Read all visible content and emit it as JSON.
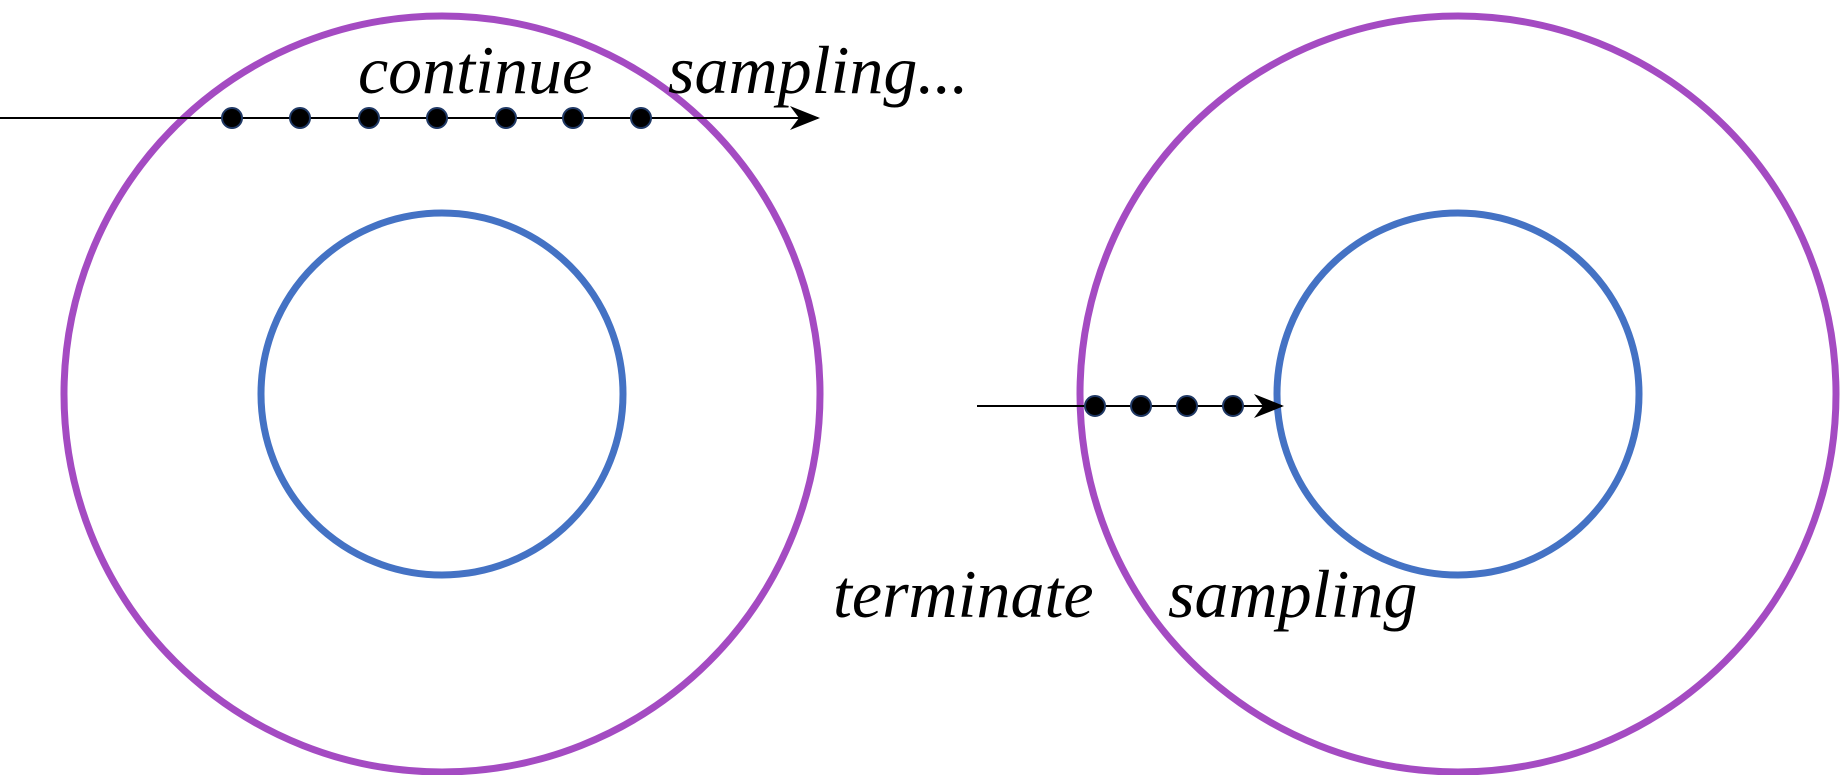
{
  "labels": {
    "continue_word": "continue",
    "continue_sampling_word": "sampling...",
    "terminate_word": "terminate",
    "terminate_sampling_word": "sampling"
  },
  "colors": {
    "outer_ring": "#A44BC2",
    "inner_ring": "#4472C4",
    "ray": "#000000",
    "sample_point_fill": "#000000",
    "sample_point_outline": "#1F3864",
    "background": "#FFFFFF"
  },
  "scenes": [
    {
      "name": "continue",
      "sample_count": 7
    },
    {
      "name": "terminate",
      "sample_count": 4
    }
  ]
}
